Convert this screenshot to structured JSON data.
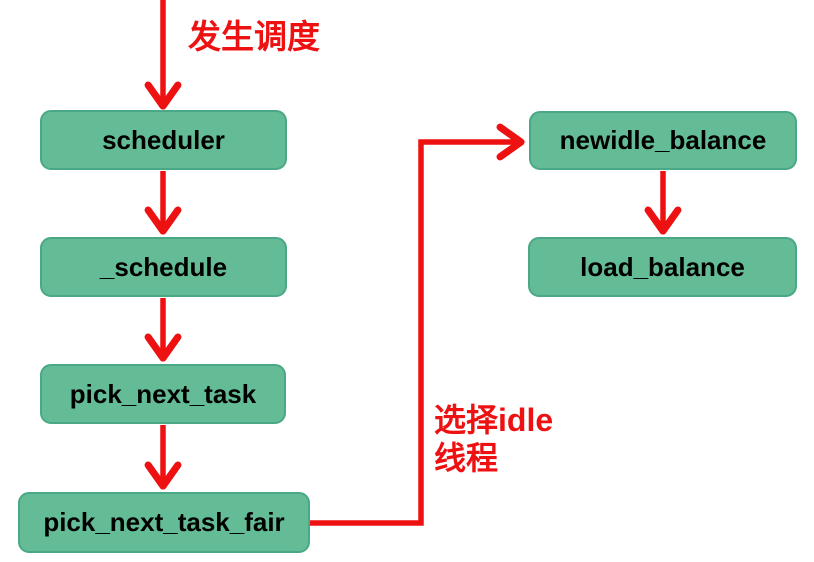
{
  "annotations": {
    "top_label": "发生调度",
    "side_label_line1": "选择idle",
    "side_label_line2": "线程"
  },
  "nodes": [
    {
      "id": "scheduler",
      "label": "scheduler"
    },
    {
      "id": "_schedule",
      "label": "_schedule"
    },
    {
      "id": "pick_next_task",
      "label": "pick_next_task"
    },
    {
      "id": "pick_next_task_fair",
      "label": "pick_next_task_fair"
    },
    {
      "id": "newidle_balance",
      "label": "newidle_balance"
    },
    {
      "id": "load_balance",
      "label": "load_balance"
    }
  ],
  "edges": [
    {
      "from": "entry",
      "to": "scheduler",
      "label": "发生调度"
    },
    {
      "from": "scheduler",
      "to": "_schedule",
      "label": ""
    },
    {
      "from": "_schedule",
      "to": "pick_next_task",
      "label": ""
    },
    {
      "from": "pick_next_task",
      "to": "pick_next_task_fair",
      "label": ""
    },
    {
      "from": "pick_next_task_fair",
      "to": "newidle_balance",
      "label": "选择idle 线程"
    },
    {
      "from": "newidle_balance",
      "to": "load_balance",
      "label": ""
    }
  ],
  "colors": {
    "node_fill": "#63bc95",
    "node_border": "#4aa886",
    "arrow_color": "#ee1111",
    "node_text": "#000000",
    "bg": "#ffffff"
  }
}
